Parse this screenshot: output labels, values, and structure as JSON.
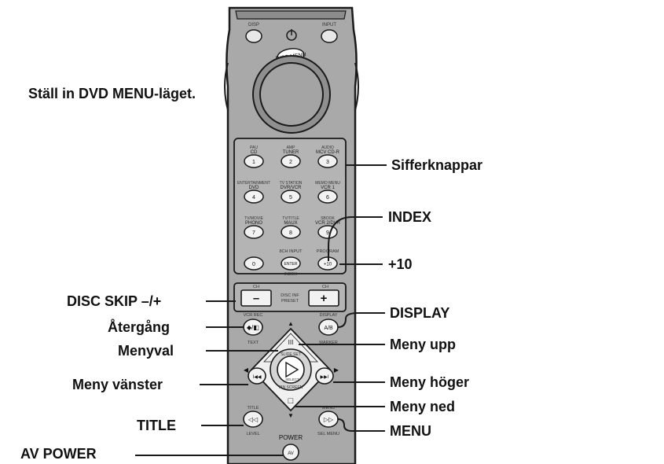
{
  "intro": "Ställ in DVD MENU-läget.",
  "labels": {
    "sifferknappar": "Sifferknappar",
    "index": "INDEX",
    "plus10": "+10",
    "disc_skip": "DISC SKIP –/+",
    "display": "DISPLAY",
    "atergang": "Återgång",
    "menyval": "Menyval",
    "meny_upp": "Meny upp",
    "meny_vanster": "Meny vänster",
    "meny_hoger": "Meny höger",
    "meny_ned": "Meny ned",
    "title": "TITLE",
    "menu": "MENU",
    "av_power": "AV POWER"
  },
  "remote": {
    "top_left": "DISP",
    "top_right": "INPUT",
    "disc_menu": "DISC MENU",
    "keys": [
      {
        "top": "PAU",
        "mid": "CD",
        "num": "1"
      },
      {
        "top": "AMP",
        "mid": "TUNER",
        "num": "2"
      },
      {
        "top": "AUDIO",
        "mid": "MCV CD-R",
        "num": "3"
      },
      {
        "top": "ENTERTAINMENT",
        "mid": "DVD",
        "num": "4"
      },
      {
        "top": "TV STATION",
        "mid": "DVR/VCR",
        "num": "5"
      },
      {
        "top": "MEMO MENU",
        "mid": "VCR 1",
        "num": "6"
      },
      {
        "top": "TV/MOVIE",
        "mid": "PHONO",
        "num": "7"
      },
      {
        "top": "TV/TITLE",
        "mid": "MAUX",
        "num": "8"
      },
      {
        "top": "SBOOK",
        "mid": "VCR 2/DVR",
        "num": "9"
      }
    ],
    "zero": "0",
    "enter": "ENTER",
    "plus10": "+10",
    "ten_top": "PROGRAM",
    "enter_top": "8CH INPUT",
    "enter_bottom": "INDEX",
    "skip_left_top": "CH",
    "skip_right_top": "CH",
    "skip_minus": "–",
    "skip_plus": "+",
    "skip_middle_1": "DISC INF",
    "skip_middle_2": "PRESET",
    "return_top": "VCR REC",
    "return_bottom": "TEXT",
    "display_top": "DISPLAY",
    "ab_label": "A/B",
    "display_bottom": "MARKER",
    "select_1": "SELECT",
    "up_symbol": "III",
    "down_symbol": "□",
    "prev_label": "I◀◀",
    "next_label": "▶▶I",
    "title_top": "TITLE",
    "title_bottom": "LEVEL",
    "menu_top": "MENU",
    "menu_bottom": "SEL MENU",
    "power": "POWER",
    "av": "AV",
    "dpad_top": "SLIDE SET",
    "dpad_bottom": "PIN SCREEN"
  }
}
